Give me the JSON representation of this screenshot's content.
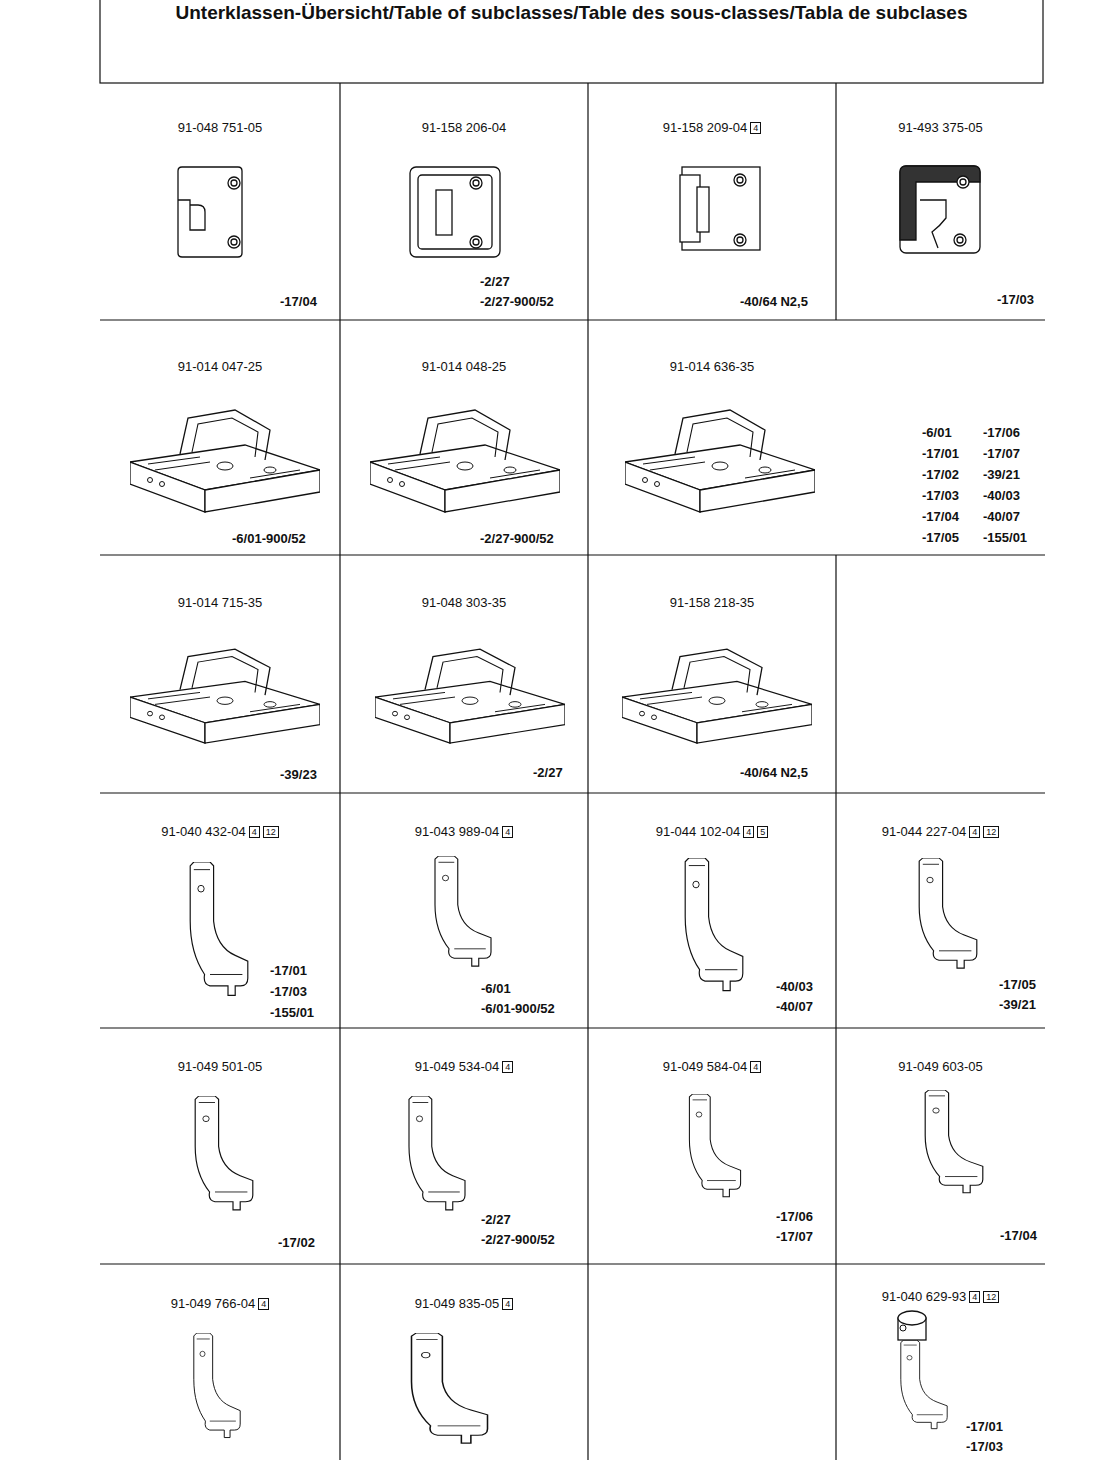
{
  "diagram": {
    "title": "Unterklassen-Übersicht/Table of subclasses/Table des sous-classes/Tabla de subclases",
    "nodes": [
      {
        "text": [
          "91-048 751-05",
          "-17/04"
        ]
      },
      {
        "text": [
          "91-158 206-04",
          "-2/27",
          "-2/27-900/52"
        ]
      },
      {
        "text": [
          "91-158 209-04",
          "4",
          "-40/64 N2,5"
        ]
      },
      {
        "text": [
          "91-493 375-05",
          "-17/03"
        ]
      },
      {
        "text": [
          "91-014 047-25",
          "-6/01-900/52"
        ]
      },
      {
        "text": [
          "91-014 048-25",
          "-2/27-900/52"
        ]
      },
      {
        "text": [
          "91-014 636-35",
          "-6/01",
          "-17/06",
          "-17/01",
          "-17/07",
          "-17/02",
          "-39/21",
          "-17/03",
          "-40/03",
          "-17/04",
          "-40/07",
          "-17/05",
          "-155/01"
        ]
      },
      {
        "text": [
          "91-014 715-35",
          "-39/23"
        ]
      },
      {
        "text": [
          "91-048 303-35",
          "-2/27"
        ]
      },
      {
        "text": [
          "91-158 218-35",
          "-40/64 N2,5"
        ]
      },
      {
        "text": [
          "91-040 432-04",
          "4",
          "12",
          "-17/01",
          "-17/03",
          "-155/01"
        ]
      },
      {
        "text": [
          "91-043 989-04",
          "4",
          "-6/01",
          "-6/01-900/52"
        ]
      },
      {
        "text": [
          "91-044 102-04",
          "4",
          "5",
          "-40/03",
          "-40/07"
        ]
      },
      {
        "text": [
          "91-044 227-04",
          "4",
          "12",
          "-17/05",
          "-39/21"
        ]
      },
      {
        "text": [
          "91-049 501-05",
          "-17/02"
        ]
      },
      {
        "text": [
          "91-049 534-04",
          "4",
          "-2/27",
          "-2/27-900/52"
        ]
      },
      {
        "text": [
          "91-049 584-04",
          "4",
          "-17/06",
          "-17/07"
        ]
      },
      {
        "text": [
          "91-049 603-05",
          "-17/04"
        ]
      },
      {
        "text": [
          "91-049 766-04",
          "4"
        ]
      },
      {
        "text": [
          "91-049 835-05",
          "4"
        ]
      },
      {
        "text": [
          "91-040 629-93",
          "4",
          "12",
          "-17/01",
          "-17/03"
        ]
      }
    ]
  }
}
